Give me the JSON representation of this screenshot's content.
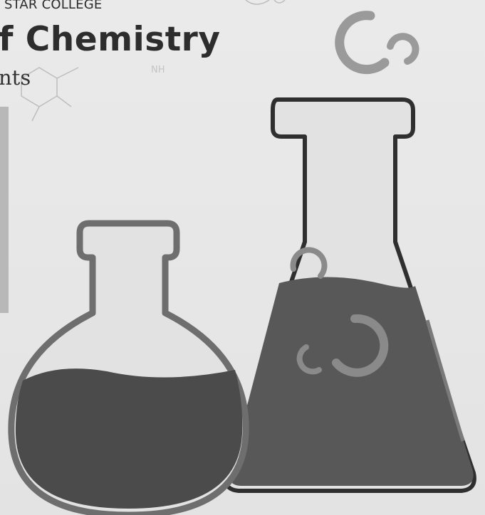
{
  "header": {
    "college": "STAR COLLEGE",
    "department": "f Chemistry",
    "subtitle": "nts"
  },
  "decor": {
    "molecule_label": "NH"
  },
  "colors": {
    "background": "#e9e9e9",
    "flask_outline": "#2f2f2f",
    "liquid": "#555555",
    "bubble": "#7a7a7a",
    "panel": "#b8b8b8"
  }
}
